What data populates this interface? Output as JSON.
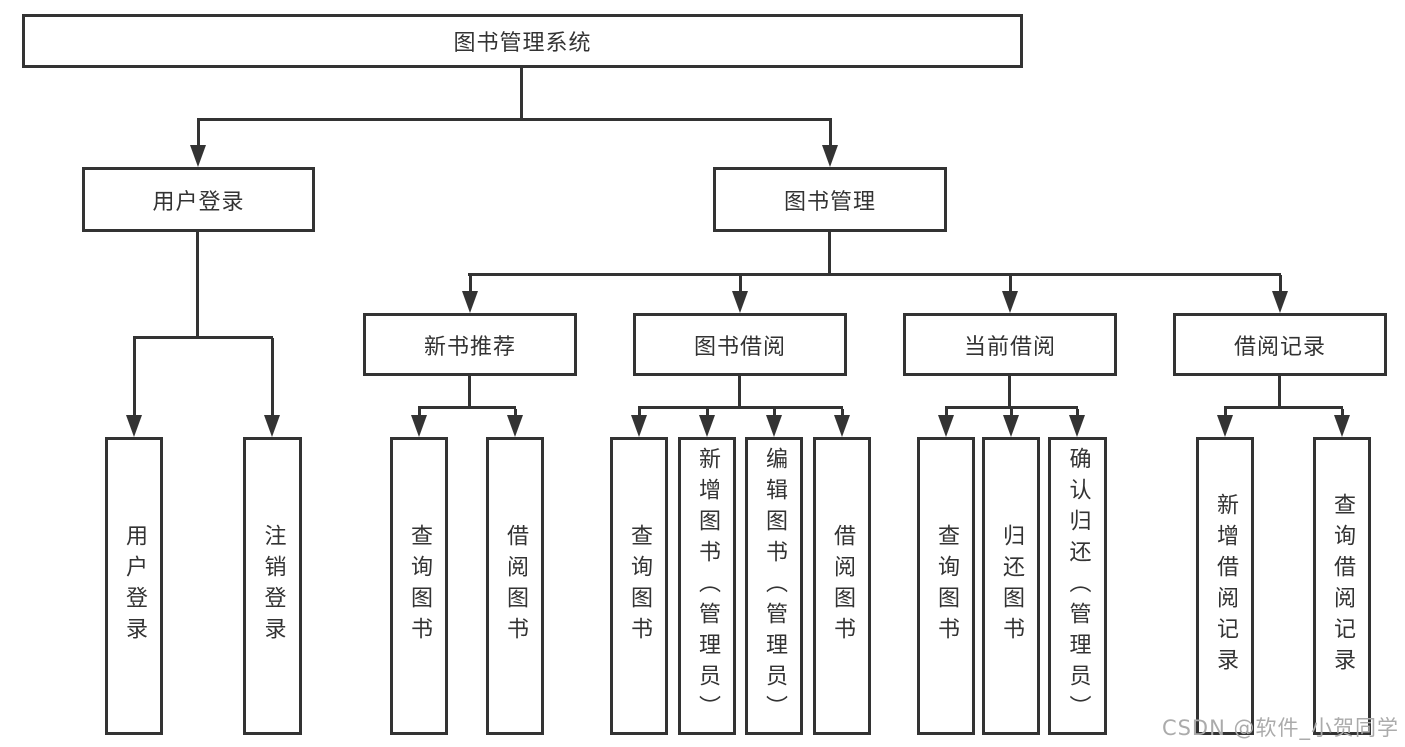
{
  "page": {
    "background_color": "#ffffff",
    "line_color": "#333333",
    "text_color": "#333333"
  },
  "tree": {
    "root": {
      "label": "图书管理系统"
    },
    "user_login": {
      "label": "用户登录",
      "children": [
        {
          "label": "用户登录"
        },
        {
          "label": "注销登录"
        }
      ]
    },
    "book_management": {
      "label": "图书管理",
      "sections": [
        {
          "label": "新书推荐",
          "children": [
            {
              "label": "查询图书"
            },
            {
              "label": "借阅图书"
            }
          ]
        },
        {
          "label": "图书借阅",
          "children": [
            {
              "label": "查询图书"
            },
            {
              "label": "新增图书（管理员）"
            },
            {
              "label": "编辑图书（管理员）"
            },
            {
              "label": "借阅图书"
            }
          ]
        },
        {
          "label": "当前借阅",
          "children": [
            {
              "label": "查询图书"
            },
            {
              "label": "归还图书"
            },
            {
              "label": "确认归还（管理员）"
            }
          ]
        },
        {
          "label": "借阅记录",
          "children": [
            {
              "label": "新增借阅记录"
            },
            {
              "label": "查询借阅记录"
            }
          ]
        }
      ]
    }
  },
  "watermark": {
    "text": "CSDN @软件_小贺同学",
    "color": "#ababab"
  }
}
